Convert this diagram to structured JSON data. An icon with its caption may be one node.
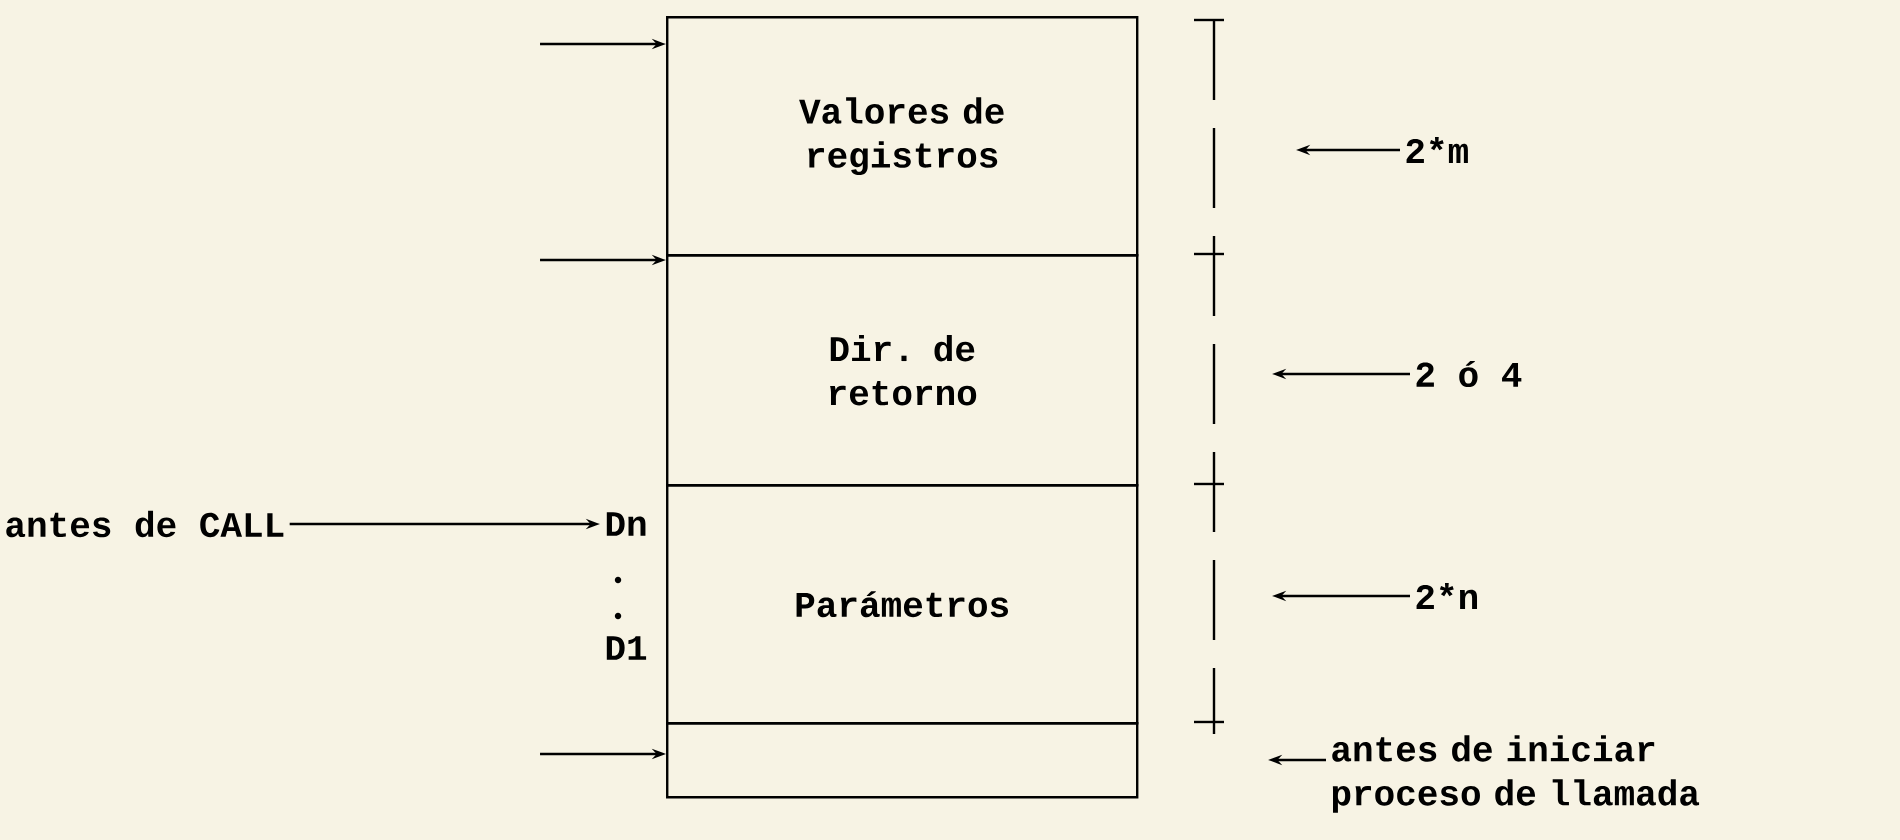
{
  "diagram": {
    "nodes": [
      {
        "text": [
          "Valores de registros"
        ]
      },
      {
        "text": [
          "Dir. de retorno"
        ]
      },
      {
        "text": [
          "Parámetros"
        ]
      },
      {
        "text": [],
        "shape": "box"
      },
      {
        "text": [
          "2*m"
        ]
      },
      {
        "text": [
          "2 ó 4"
        ]
      },
      {
        "text": [
          "2*n"
        ]
      },
      {
        "text": [
          "antes de iniciar proceso de llamada"
        ]
      },
      {
        "text": [
          "antes de CALL"
        ]
      },
      {
        "text": [
          "Dn"
        ]
      }
    ],
    "edges": [
      {
        "from": null,
        "to": 0,
        "arrow": "to"
      },
      {
        "from": null,
        "to": 1,
        "arrow": "to"
      },
      {
        "from": 8,
        "to": 9,
        "arrow": "to"
      },
      {
        "from": null,
        "to": 3,
        "arrow": "to"
      },
      {
        "from": 4,
        "to": null,
        "arrow": "to"
      },
      {
        "from": 5,
        "to": null,
        "arrow": "to"
      },
      {
        "from": 6,
        "to": null,
        "arrow": "to"
      },
      {
        "from": 7,
        "to": null,
        "arrow": "to"
      }
    ],
    "labels": [
      "D1"
    ]
  }
}
